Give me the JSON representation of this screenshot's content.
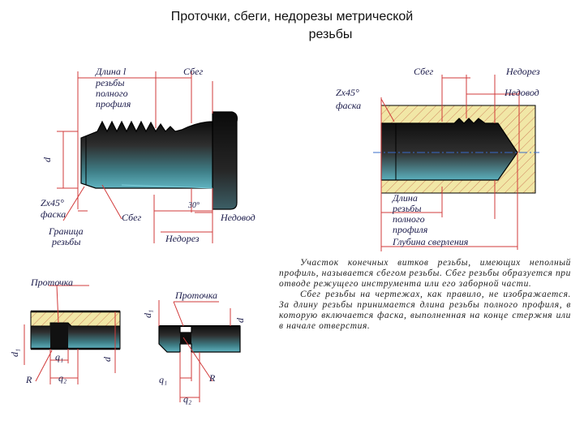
{
  "title": {
    "line1": "Проточки, сбеги, недорезы метрической",
    "line2": "резьбы"
  },
  "labels": {
    "length_full": "Длина l",
    "full_profile_line1": "резьбы",
    "full_profile_line2": "полного",
    "full_profile_line3": "профиля",
    "run_out": "Сбег",
    "chamfer_size": "Zx45°",
    "chamfer": "фаска",
    "boundary_line1": "Граница",
    "boundary_line2": "резьбы",
    "undercut": "Недорез",
    "under_feed": "Недовод",
    "angle_30": "30°",
    "dim_d": "d",
    "length": "Длина",
    "drill_depth": "Глубина сверления",
    "groove": "Проточка",
    "d1": "d₁",
    "q1": "q₁",
    "q2": "q₂",
    "R": "R"
  },
  "text": {
    "para1": "Участок конечных витков резьбы, имеющих неполный профиль, называется сбегом резьбы. Сбег резьбы образуется при отводе режущего инструмента или его заборной части.",
    "para2": "Сбег резьбы на чертежах, как правило, не изображается. За длину резьбы принимается длина резьбы полного профиля, в которую включается фаска, выполненная на конце стержня или в начале отверстия."
  },
  "colors": {
    "dimension": "#d23b3b",
    "axis": "#3a6cc8",
    "hatch": "#f1e7a6",
    "metal_dark": "#1b1b1b",
    "metal_teal": "#3a7f8a",
    "text": "#1a1a4a"
  }
}
